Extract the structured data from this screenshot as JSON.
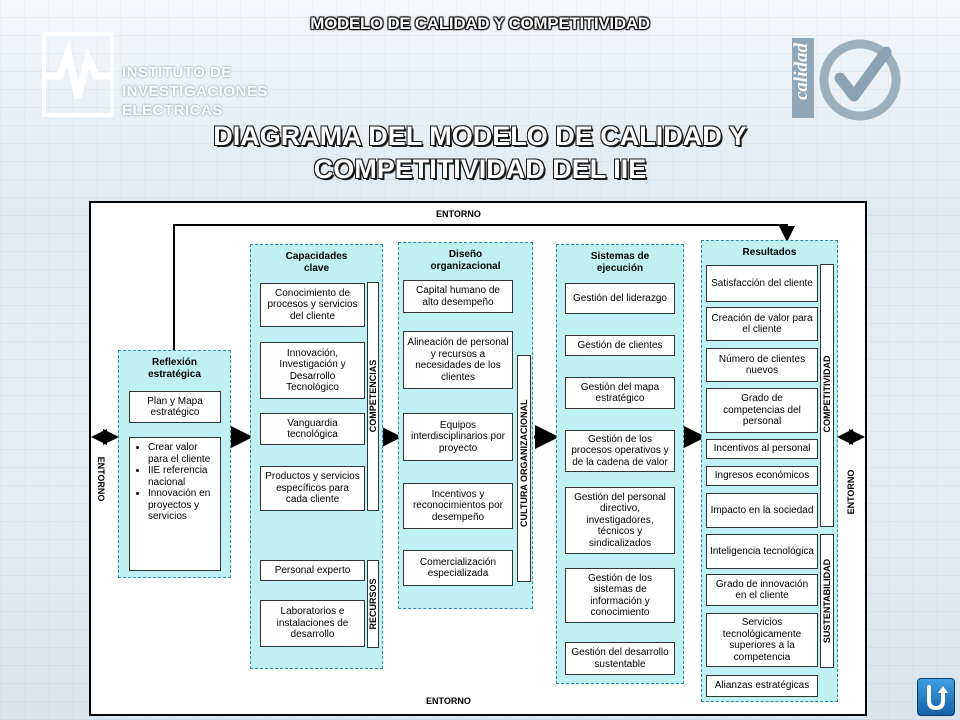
{
  "header": {
    "top_title": "MODELO DE CALIDAD Y COMPETITIVIDAD",
    "institute_line1": "INSTITUTO DE",
    "institute_line2": "INVESTIGACIONES",
    "institute_line3": "ELECTRICAS",
    "calidad_logo_text": "calidad",
    "main_title_line1": "DIAGRAMA DEL MODELO DE CALIDAD Y",
    "main_title_line2": "COMPETITIVIDAD DEL IIE"
  },
  "diagram": {
    "entorno_top": "ENTORNO",
    "entorno_bottom": "ENTORNO",
    "entorno_left": "ENTORNO",
    "entorno_right": "ENTORNO",
    "reflexion": {
      "title": "Reflexión estratégica",
      "plan": "Plan y Mapa estratégico",
      "bullets": [
        "Crear valor para el cliente",
        "IIE referencia nacional",
        "Innovación en proyectos y servicios"
      ]
    },
    "capacidades": {
      "title": "Capacidades clave",
      "items": [
        "Conocimiento de procesos y servicios del cliente",
        "Innovación, Investigación y Desarrollo Tecnológico",
        "Vanguardia tecnológica",
        "Productos y servicios específicos para cada cliente",
        "Personal experto",
        "Laboratorios e instalaciones de desarrollo"
      ],
      "side_label_1": "COMPETENCIAS",
      "side_label_2": "RECURSOS"
    },
    "diseno": {
      "title": "Diseño organizacional",
      "items": [
        "Capital humano de alto desempeño",
        "Alineación de personal y recursos a necesidades de los clientes",
        "Equipos interdisciplinarios por proyecto",
        "Incentivos y reconocimientos por desempeño",
        "Comercialización especializada"
      ],
      "side_label": "CULTURA ORGANIZACIONAL"
    },
    "sistemas": {
      "title": "Sistemas de ejecución",
      "items": [
        "Gestión del liderazgo",
        "Gestión de clientes",
        "Gestión del mapa estratégico",
        "Gestión de los procesos operativos y de la cadena de valor",
        "Gestión del personal directivo, investigadores, técnicos y sindicalizados",
        "Gestión de los sistemas de información y conocimiento",
        "Gestión del desarrollo sustentable"
      ]
    },
    "resultados": {
      "title": "Resultados",
      "items": [
        "Satisfacción del cliente",
        "Creación de valor para el cliente",
        "Número de clientes nuevos",
        "Grado de competencias del personal",
        "Incentivos al personal",
        "Ingresos económicos",
        "Impacto en la sociedad",
        "Inteligencia tecnológica",
        "Grado de innovación en el cliente",
        "Servicios tecnológicamente superiores a la competencia",
        "Alianzas estratégicas"
      ],
      "side_label_1": "COMPETITIVIDAD",
      "side_label_2": "SUSTENTABILIDAD"
    }
  },
  "colors": {
    "column_fill": "#bff0f2",
    "column_border": "#2e8ea4",
    "nav_button": "#1f78c8"
  },
  "icons": {
    "nav_button": "u-turn-return-icon"
  }
}
